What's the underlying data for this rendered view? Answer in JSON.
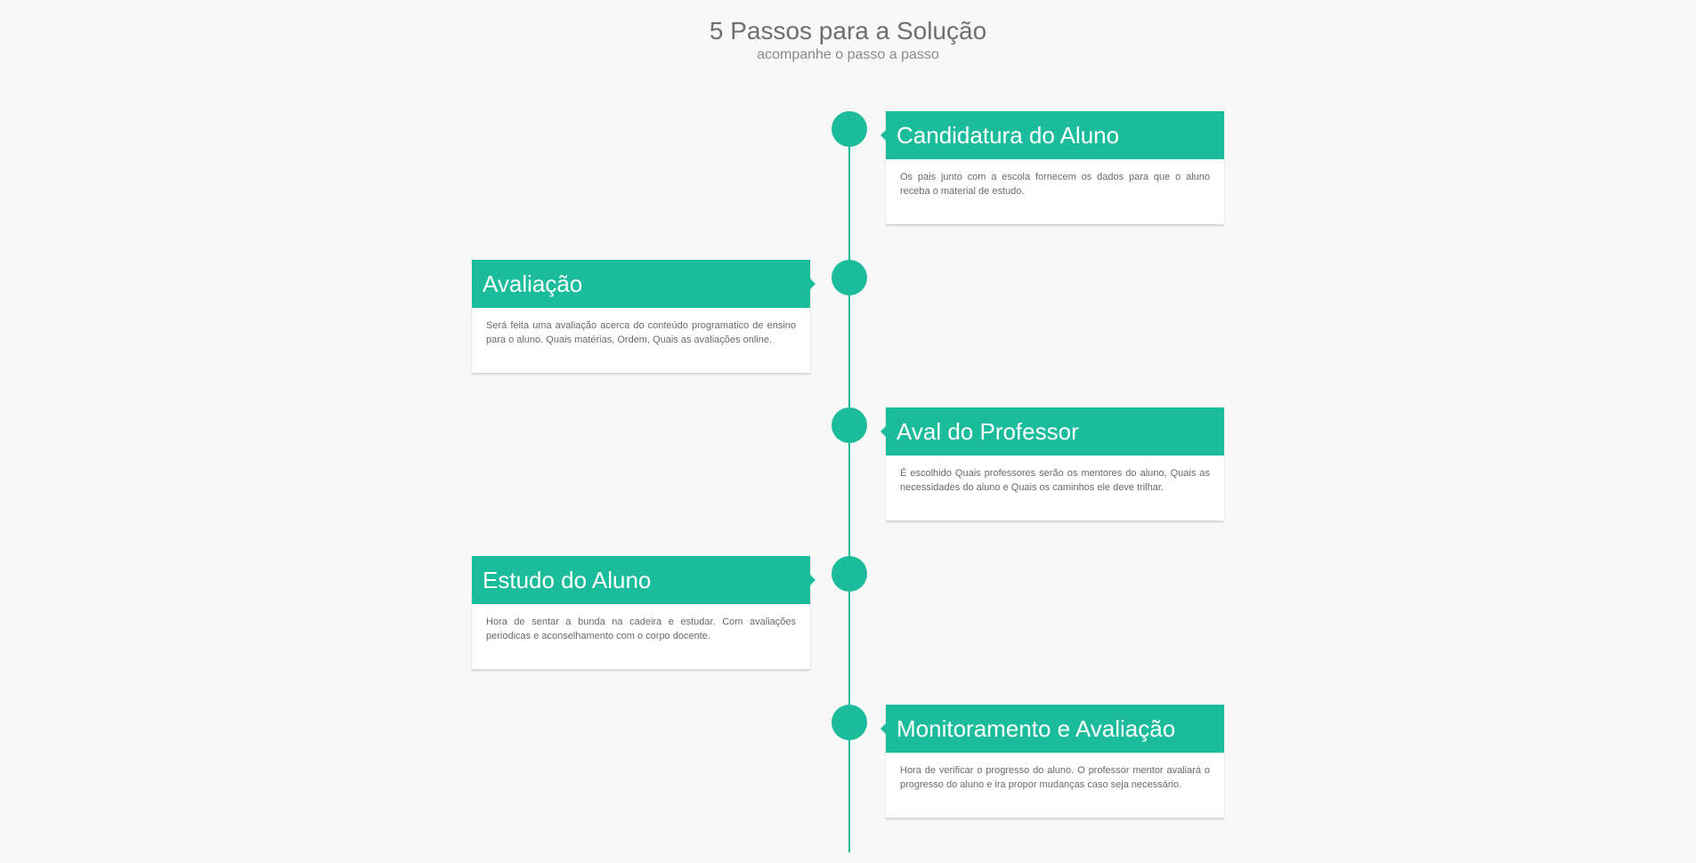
{
  "header": {
    "title": "5 Passos para a Solução",
    "subtitle": "acompanhe o passo a passo"
  },
  "accent_color": "#1abc9c",
  "steps": [
    {
      "title": "Candidatura do Aluno",
      "text": "Os pais junto com a escola fornecem os dados para que o aluno receba o material de estudo.",
      "side": "right"
    },
    {
      "title": "Avaliação",
      "text": "Será feita uma avaliação acerca do conteúdo programatico de ensino para o aluno. Quais matérias, Ordem, Quais as avaliações online.",
      "side": "left"
    },
    {
      "title": "Aval do Professor",
      "text": "É escolhido Quais professores serão os mentores do aluno, Quais as necessidades do aluno e Quais os caminhos ele deve trilhar.",
      "side": "right"
    },
    {
      "title": "Estudo do Aluno",
      "text": "Hora de sentar a bunda na cadeira e estudar. Com avaliações periodicas e aconselhamento com o corpo docente.",
      "side": "left"
    },
    {
      "title": "Monitoramento e Avaliação",
      "text": "Hora de verificar o progresso do aluno. O professor mentor avaliará o progresso do aluno e ira propor mudanças caso seja necessário.",
      "side": "right"
    }
  ]
}
